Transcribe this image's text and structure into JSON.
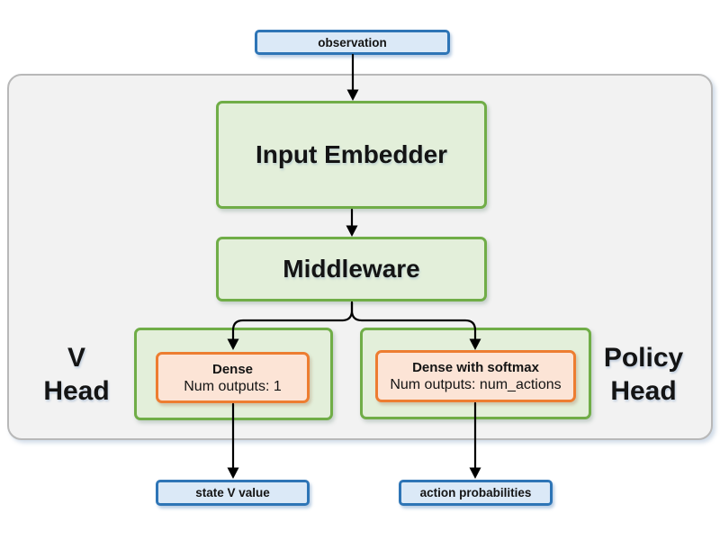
{
  "diagram": {
    "nodes": {
      "observation": {
        "label": "observation"
      },
      "input_embedder": {
        "label": "Input Embedder"
      },
      "middleware": {
        "label": "Middleware"
      },
      "v_head": {
        "group_label_line1": "V",
        "group_label_line2": "Head",
        "layer_title": "Dense",
        "layer_detail": "Num outputs: 1"
      },
      "policy_head": {
        "group_label_line1": "Policy",
        "group_label_line2": "Head",
        "layer_title": "Dense with softmax",
        "layer_detail": "Num outputs: num_actions"
      },
      "state_v_value": {
        "label": "state V value"
      },
      "action_probabilities": {
        "label": "action probabilities"
      }
    },
    "colors": {
      "io_fill": "#dbe9f7",
      "io_border": "#2e75b6",
      "block_fill": "#e3efda",
      "block_border": "#70ad47",
      "layer_fill": "#fce4d6",
      "layer_border": "#ed7d31",
      "container_fill": "#f2f2f2",
      "container_border": "#b8b8b8",
      "arrow": "#000000"
    }
  }
}
